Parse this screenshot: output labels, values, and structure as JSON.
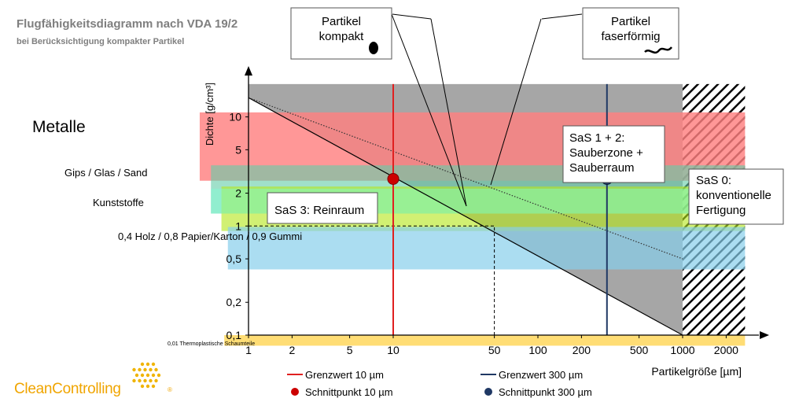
{
  "header": {
    "title": "Flugfähigkeitsdiagramm nach VDA 19/2",
    "subtitle": "bei Berücksichtigung kompakter Partikel"
  },
  "brand": {
    "part1": "Clean",
    "part2": "Controlling",
    "registered": "®"
  },
  "colors": {
    "metal_band": "#ff8080",
    "glass_band": "#66cdaa",
    "plastic_band": "#b5e61d",
    "wood_band": "#87ceeb",
    "foam_band": "#ffd966",
    "cyan_band": "#7fffd4",
    "sas3_region": "#a6a6a6",
    "limit_10": "#e02020",
    "limit_300": "#1f3864",
    "point_10": "#cc0000",
    "point_300": "#1f3864"
  },
  "chart_data": {
    "type": "line",
    "title": "Flugfähigkeitsdiagramm nach VDA 19/2",
    "subtitle": "bei Berücksichtigung kompakter Partikel",
    "xlabel": "Partikelgröße [µm]",
    "ylabel": "Dichte [g/cm³]",
    "x_scale": "log",
    "y_scale": "log",
    "xlim": [
      1,
      3000
    ],
    "ylim": [
      0.1,
      20
    ],
    "x_ticks": [
      1,
      2,
      5,
      10,
      50,
      100,
      200,
      500,
      1000,
      2000
    ],
    "x_tick_labels": [
      "1",
      "2",
      "5",
      "10",
      "50",
      "100",
      "200",
      "500",
      "1000",
      "2000"
    ],
    "y_ticks": [
      0.1,
      0.2,
      0.5,
      1,
      2,
      5,
      10
    ],
    "y_tick_labels": [
      "0,1",
      "0,2",
      "0,5",
      "1",
      "2",
      "5",
      "10"
    ],
    "grid": false,
    "material_bands": [
      {
        "label": "Metalle",
        "ymin": 2.6,
        "ymax": 11,
        "xmin": 0.46,
        "xmax": 2700
      },
      {
        "label": "Gips / Glas / Sand",
        "ymin": 1.3,
        "ymax": 3.6,
        "xmin": 0.55,
        "xmax": 2700
      },
      {
        "label": "Kunststoffe",
        "ymin": 0.9,
        "ymax": 2.3,
        "xmin": 0.65,
        "xmax": 2700
      },
      {
        "label": "0,4 Holz / 0,8 Papier/Karton / 0,9 Gummi",
        "ymin": 0.4,
        "ymax": 0.98,
        "xmin": 0.72,
        "xmax": 2700
      },
      {
        "label": "0,01 Thermoplastische Schaumteile",
        "ymin": 0.08,
        "ymax": 0.1,
        "xmin": 0.68,
        "xmax": 2700
      }
    ],
    "series": [
      {
        "name": "Grenzwert 10 µm",
        "kind": "vline",
        "x": 10,
        "ymin": 0.1,
        "ymax": 20
      },
      {
        "name": "Grenzwert 300 µm",
        "kind": "vline",
        "x": 300,
        "ymin": 0.1,
        "ymax": 20
      },
      {
        "kind": "line",
        "x": [
          1,
          1000
        ],
        "y": [
          15,
          0.1
        ]
      },
      {
        "kind": "dotted",
        "x": [
          1,
          1000
        ],
        "y": [
          15,
          0.5
        ]
      },
      {
        "name": "Schnittpunkt 10 µm",
        "kind": "point",
        "x": 10,
        "y": 2.7
      },
      {
        "name": "Schnittpunkt 300 µm",
        "kind": "point",
        "x": 300,
        "y": 2.7
      }
    ],
    "reference_lines": [
      {
        "kind": "dashed",
        "x": [
          1,
          50
        ],
        "y": [
          1,
          1
        ]
      },
      {
        "kind": "dashed",
        "x": [
          50,
          50
        ],
        "y": [
          0.1,
          1
        ]
      }
    ],
    "annotations": [
      {
        "lines": [
          "SaS 3: Reinraum"
        ],
        "x": 12,
        "y": 1.5
      },
      {
        "lines": [
          "SaS 1 + 2:",
          "Sauberzone +",
          "Sauberraum"
        ],
        "x": 250,
        "y": 4.5
      },
      {
        "lines": [
          "SaS 0:",
          "konventionelle",
          "Fertigung"
        ],
        "x": 1050,
        "y": 2.0
      },
      {
        "lines": [
          "Partikel",
          "kompakt"
        ],
        "x": 15,
        "y": 30,
        "icon": "blob-icon"
      },
      {
        "lines": [
          "Partikel",
          "faserförmig"
        ],
        "x": 400,
        "y": 30,
        "icon": "fiber-icon"
      }
    ],
    "legend_position": "bottom"
  }
}
